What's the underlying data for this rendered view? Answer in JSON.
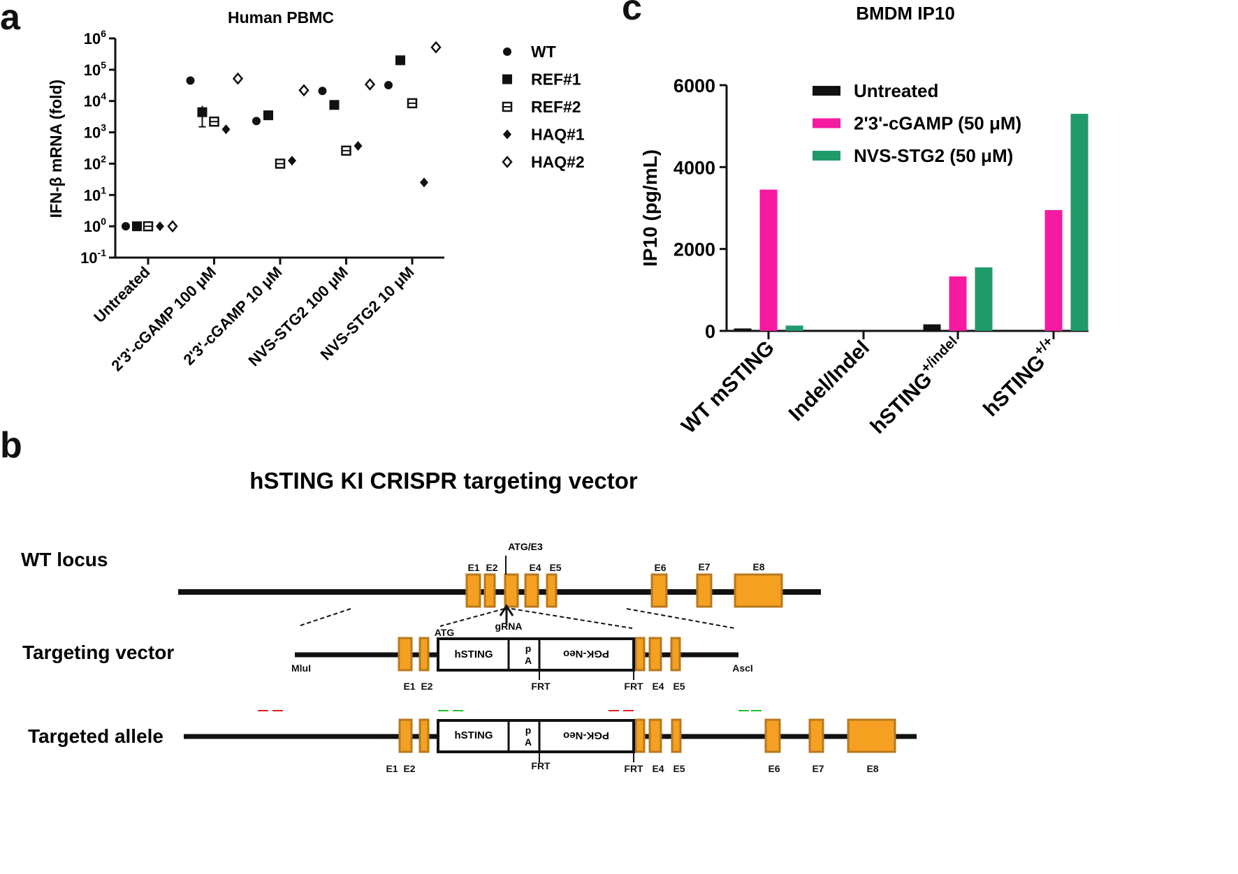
{
  "panel_labels": {
    "a": "a",
    "b": "b",
    "c": "c"
  },
  "colors": {
    "wt": "#111111",
    "cgamp": "#f51aa0",
    "nvs": "#1f9a6b",
    "exon_fill": "#f5a021",
    "exon_stroke": "#b8791e",
    "primer_red": "#e0202a",
    "primer_green": "#22c02a"
  },
  "chart_data": [
    {
      "panel": "a",
      "type": "scatter",
      "title": "Human PBMC",
      "ylabel": "IFN-β mRNA (fold)",
      "yscale": "log",
      "ylim_exp": [
        -1,
        6
      ],
      "yticks": [
        {
          "base": "10",
          "exp": "6"
        },
        {
          "base": "10",
          "exp": "5"
        },
        {
          "base": "10",
          "exp": "4"
        },
        {
          "base": "10",
          "exp": "3"
        },
        {
          "base": "10",
          "exp": "2"
        },
        {
          "base": "10",
          "exp": "1"
        },
        {
          "base": "10",
          "exp": "0"
        },
        {
          "base": "10",
          "exp": "-1"
        }
      ],
      "categories": [
        "Untreated",
        "2'3'-cGAMP 100 μM",
        "2'3'-cGAMP 10 μM",
        "NVS-STG2 100 μM",
        "NVS-STG2 10 μM"
      ],
      "series": [
        {
          "name": "WT",
          "marker": "circle",
          "values": [
            1,
            45000,
            2300,
            21000,
            32000
          ]
        },
        {
          "name": "REF#1",
          "marker": "square-filled",
          "values": [
            1,
            4400,
            3500,
            7500,
            200000
          ]
        },
        {
          "name": "REF#2",
          "marker": "square-open",
          "values": [
            1,
            2200,
            100,
            260,
            8500
          ]
        },
        {
          "name": "HAQ#1",
          "marker": "diamond-filled",
          "values": [
            1,
            1250,
            125,
            370,
            25
          ]
        },
        {
          "name": "HAQ#2",
          "marker": "diamond-open",
          "values": [
            1,
            52000,
            22000,
            34000,
            520000
          ]
        }
      ]
    },
    {
      "panel": "c",
      "type": "bar",
      "title": "BMDM IP10",
      "ylabel": "IP10 (pg/mL)",
      "ylim": [
        0,
        6000
      ],
      "yticks": [
        "0",
        "2000",
        "4000",
        "6000"
      ],
      "categories": [
        {
          "main": "WT mSTING",
          "sup": ""
        },
        {
          "main": "Indel/Indel",
          "sup": ""
        },
        {
          "main": "hSTING",
          "sup": "+/indel"
        },
        {
          "main": "hSTING",
          "sup": "+/+"
        }
      ],
      "series": [
        {
          "name": "Untreated",
          "color": "#111111",
          "values": [
            60,
            0,
            160,
            0
          ]
        },
        {
          "name": "2'3'-cGAMP (50 μM)",
          "color": "#f51aa0",
          "values": [
            3450,
            0,
            1330,
            2950
          ]
        },
        {
          "name": "NVS-STG2 (50 μM)",
          "color": "#1f9a6b",
          "values": [
            130,
            0,
            1550,
            5300
          ]
        }
      ]
    }
  ],
  "diagram": {
    "title": "hSTING KI  CRISPR targeting vector",
    "rows": {
      "wt": "WT locus",
      "tv": "Targeting vector",
      "ta": "Targeted allele"
    },
    "exon_labels": {
      "e1": "E1",
      "e2": "E2",
      "e4": "E4",
      "e5": "E5",
      "e6": "E6",
      "e7": "E7",
      "e8": "E8"
    },
    "atg_e3": "ATG/E3",
    "grna": "gRNA",
    "atg": "ATG",
    "box": {
      "hsting": "hSTING",
      "pa_p": "p",
      "pa_a": "A",
      "pgk": "PGK-Neo"
    },
    "frt": "FRT",
    "mlui": "MluI",
    "asci": "AscI"
  }
}
